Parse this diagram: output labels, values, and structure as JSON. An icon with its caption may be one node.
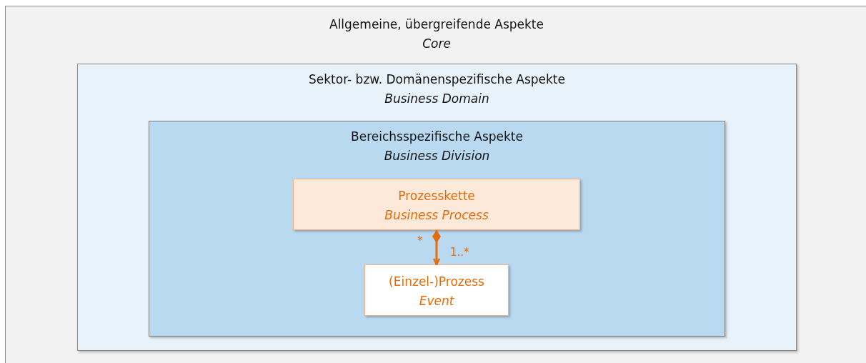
{
  "diagram": {
    "nodes": [
      {
        "text": [
          "Allgemeine, übergreifende Aspekte",
          "Core"
        ]
      },
      {
        "text": [
          "Sektor- bzw. Domänenspezifische Aspekte",
          "Business Domain"
        ],
        "in": 0
      },
      {
        "text": [
          "Bereichsspezifische Aspekte",
          "Business Division"
        ],
        "in": 1
      },
      {
        "text": [
          "Prozesskette",
          "Business Process"
        ],
        "in": 2
      },
      {
        "text": [
          "(Einzel-)Prozess",
          "Event"
        ],
        "in": 2
      }
    ],
    "edges": [
      {
        "from": 3,
        "to": 4,
        "arrow": "to"
      }
    ],
    "labels": [
      "*",
      "1..*"
    ]
  }
}
